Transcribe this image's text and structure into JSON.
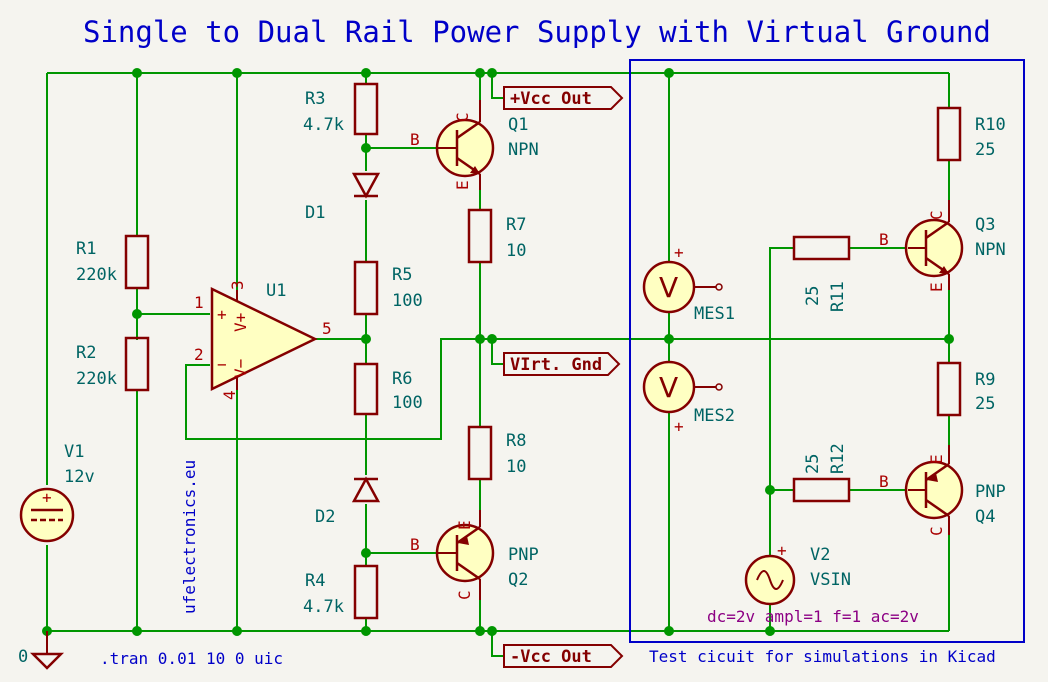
{
  "title": "Single to Dual Rail Power Supply with Virtual Ground",
  "outputs": {
    "vcc_plus": "+Vcc Out",
    "vcc_minus": "-Vcc Out",
    "virt_gnd": "VIrt. Gnd"
  },
  "components": {
    "v1": {
      "ref": "V1",
      "value": "12v"
    },
    "r1": {
      "ref": "R1",
      "value": "220k"
    },
    "r2": {
      "ref": "R2",
      "value": "220k"
    },
    "u1": {
      "ref": "U1",
      "pin1": "1",
      "pin2": "2",
      "pin3": "3",
      "pin4": "4",
      "pin5": "5",
      "plus": "+",
      "minus": "−",
      "vplus": "V+",
      "vminus": "V−"
    },
    "r3": {
      "ref": "R3",
      "value": "4.7k"
    },
    "r4": {
      "ref": "R4",
      "value": "4.7k"
    },
    "r5": {
      "ref": "R5",
      "value": "100"
    },
    "r6": {
      "ref": "R6",
      "value": "100"
    },
    "d1": {
      "ref": "D1"
    },
    "d2": {
      "ref": "D2"
    },
    "q1": {
      "ref": "Q1",
      "value": "NPN"
    },
    "q2": {
      "ref": "Q2",
      "value": "PNP"
    },
    "r7": {
      "ref": "R7",
      "value": "10"
    },
    "r8": {
      "ref": "R8",
      "value": "10"
    },
    "mes1": {
      "ref": "MES1",
      "symbol": "V"
    },
    "mes2": {
      "ref": "MES2",
      "symbol": "V"
    },
    "r9": {
      "ref": "R9",
      "value": "25"
    },
    "r10": {
      "ref": "R10",
      "value": "25"
    },
    "r11": {
      "ref": "R11",
      "value": "25"
    },
    "r12": {
      "ref": "R12",
      "value": "25"
    },
    "q3": {
      "ref": "Q3",
      "value": "NPN"
    },
    "q4": {
      "ref": "Q4",
      "value": "PNP"
    },
    "v2": {
      "ref": "V2",
      "value": "VSIN"
    }
  },
  "pins": {
    "b": "B",
    "c": "C",
    "e": "E",
    "plus": "+"
  },
  "ground_label": "0",
  "sim_command": ".tran 0.01 10 0 uic",
  "website": "ufelectronics.eu",
  "vsin_params": "dc=2v ampl=1 f=1 ac=2v",
  "test_box_caption": "Test cicuit for simulations in Kicad",
  "colors": {
    "wire": "#009600",
    "symbol": "#840000",
    "symbol_fill": "#ffffc2",
    "text": "#006464",
    "title": "#0000c8",
    "note": "#8c0084",
    "background": "#f5f4ef"
  }
}
